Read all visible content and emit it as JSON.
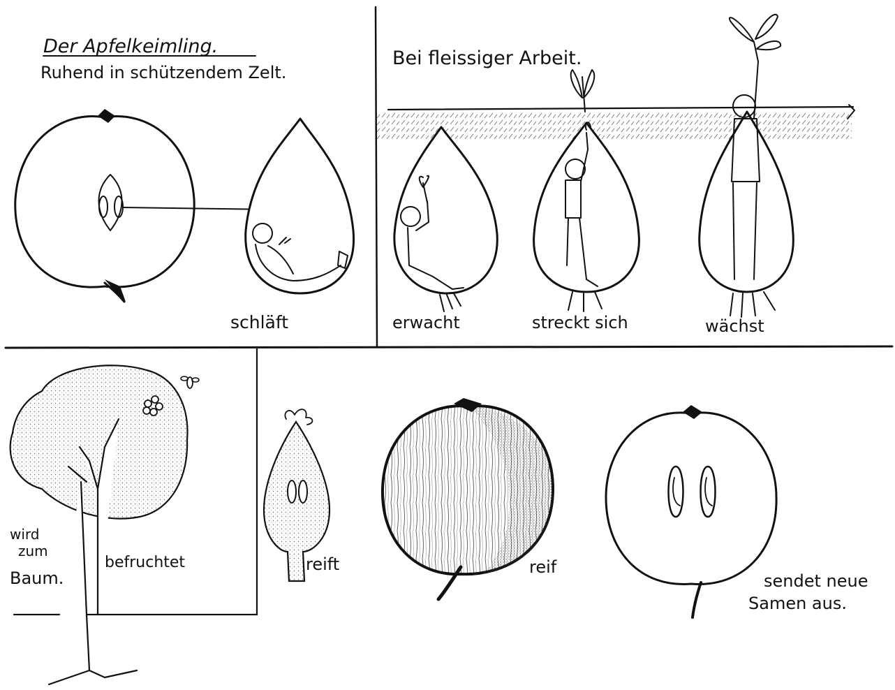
{
  "panel1": {
    "title": "Der Apfelkeimling.",
    "subtitle": "Ruhend in schützendem Zelt.",
    "label_sleeps": "schläft"
  },
  "panel2": {
    "title": "Bei fleissiger Arbeit.",
    "label_wakes": "erwacht",
    "label_stretches": "streckt sich",
    "label_grows": "wächst"
  },
  "panel3": {
    "label_tree_1": "wird",
    "label_tree_2": "zum",
    "label_tree_3": "Baum.",
    "label_fertilized": "befruchtet"
  },
  "panel4": {
    "label_ripens": "reift",
    "label_ripe": "reif",
    "label_sends_1": "sendet neue",
    "label_sends_2": "Samen aus."
  }
}
